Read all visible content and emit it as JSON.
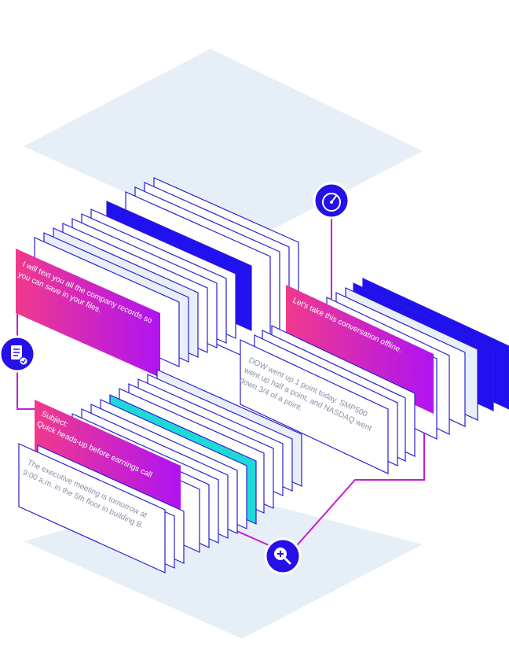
{
  "colors": {
    "platform": "#e6eef7",
    "pink": "#f0338f",
    "purple": "#b313f0",
    "blue": "#2110f0",
    "teal": "#1fd8d8",
    "outline": "#2a1fd0",
    "light_fill": "#e9eff8",
    "wire": "#c81ad8",
    "icon_bg": "#2610e8"
  },
  "icons": {
    "top": "speedometer-icon",
    "left": "document-check-icon",
    "bottom": "zoom-in-icon"
  },
  "cards": {
    "a": {
      "lines": [
        "I will text you all the company records so",
        "you can save in your files."
      ]
    },
    "b": {
      "lines": [
        "Let's take this conversation offline."
      ]
    },
    "c": {
      "lines": [
        "DOW went up 1 point today. SMP500",
        "went up half a point, and NASDAQ went",
        "down 3/4 of a point."
      ]
    },
    "d": {
      "lines": [
        "Subject:",
        "Quick heads-up before earnings call"
      ]
    },
    "e": {
      "lines": [
        "The executive meeting is tomorrow at",
        "9:00 a.m. in the 5th floor in building B."
      ]
    }
  }
}
